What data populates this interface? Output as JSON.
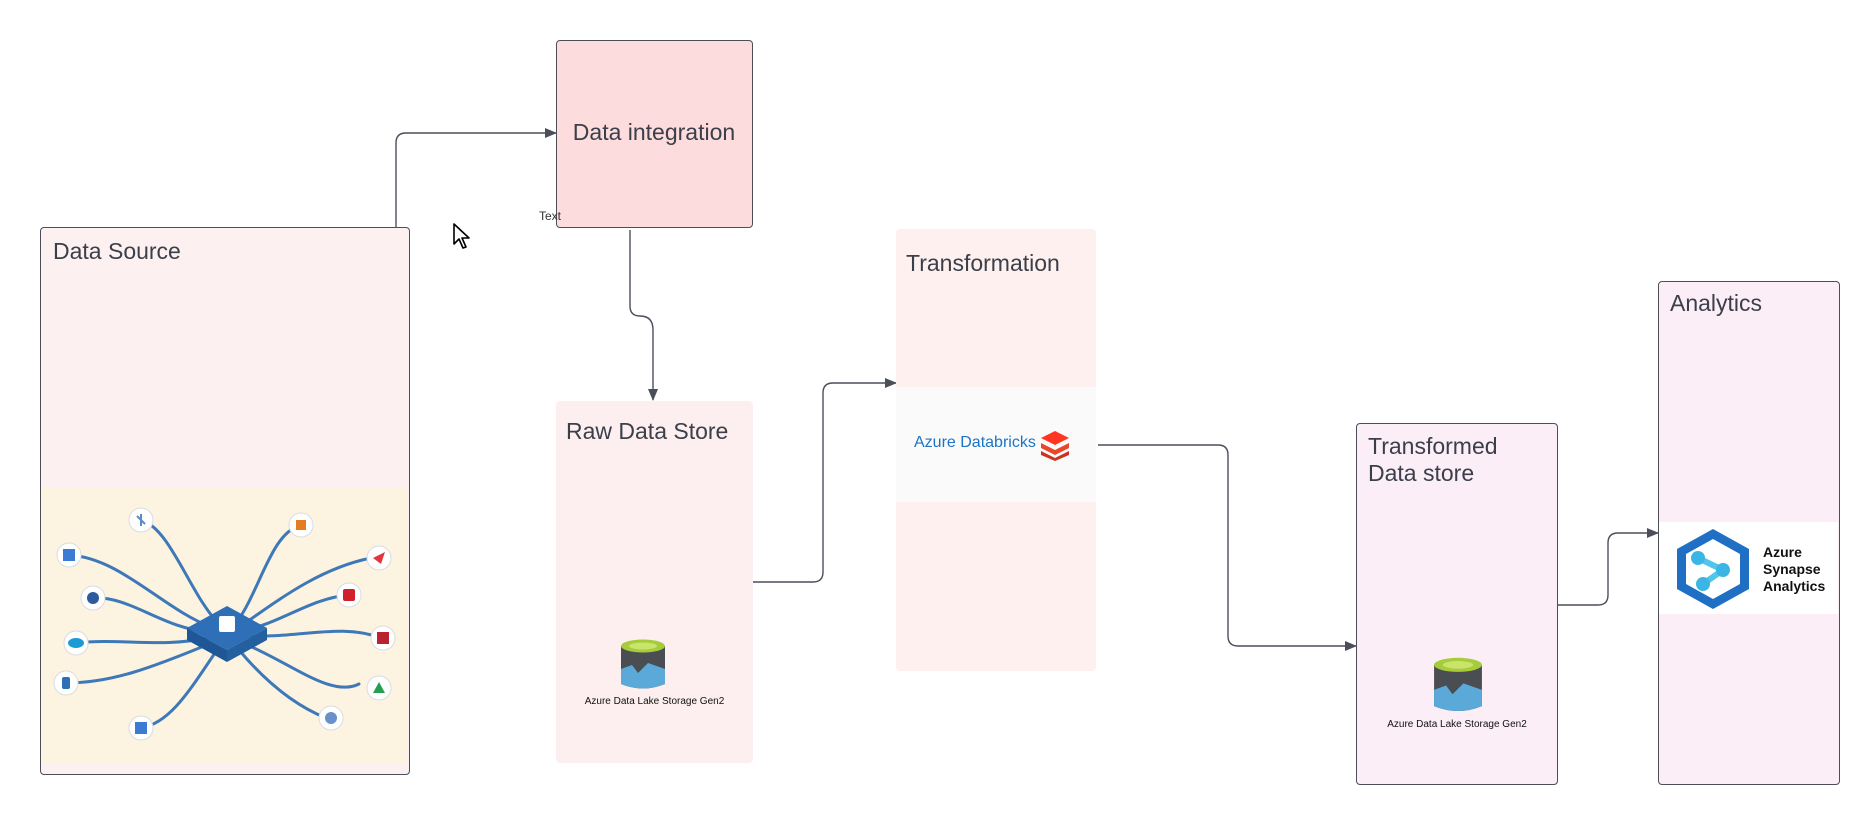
{
  "nodes": {
    "data_source": {
      "title": "Data Source"
    },
    "data_integration": {
      "title": "Data integration"
    },
    "raw_data_store": {
      "title": "Raw Data Store",
      "caption": "Azure Data Lake Storage Gen2"
    },
    "transformation": {
      "title": "Transformation",
      "service": "Azure Databricks"
    },
    "transformed_data_store": {
      "title_line1": "Transformed",
      "title_line2": "Data store",
      "caption": "Azure Data Lake Storage Gen2"
    },
    "analytics": {
      "title": "Analytics",
      "service_line1": "Azure",
      "service_line2": "Synapse",
      "service_line3": "Analytics"
    }
  },
  "free_text": "Text",
  "colors": {
    "source_fill": "#fdf0f0",
    "integration_fill": "#fddcdd",
    "raw_fill": "#fdefef",
    "transform_fill": "#fdf0ef",
    "analytics_fill": "#fbeef7",
    "hub_panel_fill": "#fdf3e1",
    "connector": "#4a4f5a"
  },
  "icons": [
    "cursor-arrow-icon",
    "data-hub-icon",
    "azure-data-lake-icon",
    "databricks-icon",
    "synapse-icon"
  ]
}
